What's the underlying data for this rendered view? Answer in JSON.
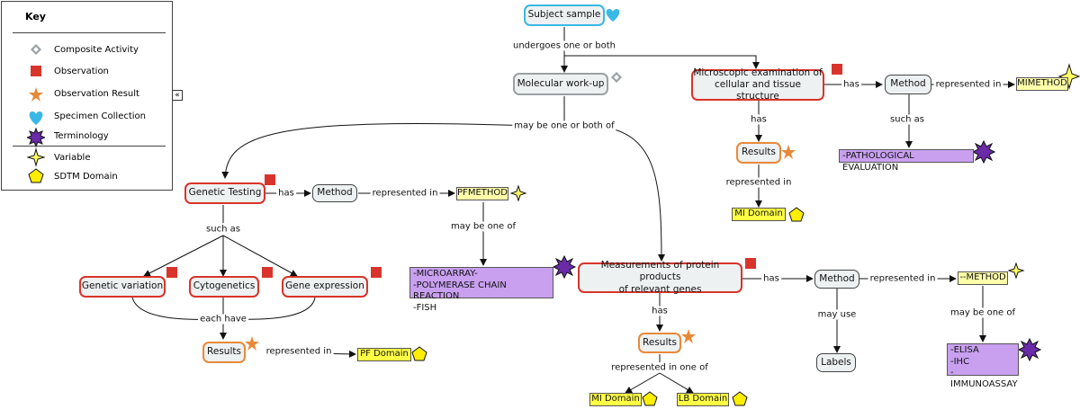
{
  "key": {
    "title": "Key",
    "items": [
      {
        "label": "Composite Activity",
        "icon": "diamond-icon"
      },
      {
        "label": "Observation",
        "icon": "red-square-icon"
      },
      {
        "label": "Observation Result",
        "icon": "orange-star-icon"
      },
      {
        "label": "Specimen Collection",
        "icon": "blue-heart-icon"
      },
      {
        "label": "Terminology",
        "icon": "purple-burst-icon"
      },
      {
        "label": "Variable",
        "icon": "yellow-sparkle-icon"
      },
      {
        "label": "SDTM Domain",
        "icon": "yellow-pentagon-icon"
      }
    ],
    "collapse_glyph": "«"
  },
  "nodes": {
    "subject_sample": "Subject sample",
    "molecular_workup": "Molecular work-up",
    "microscopic_exam": "Microscopic examination of\ncellular and tissue structure",
    "method_mi": "Method",
    "mimethod": "MIMETHOD",
    "results_mi": "Results",
    "mi_domain_top": "MI Domain",
    "pathological_eval": "-PATHOLOGICAL EVALUATION",
    "genetic_testing": "Genetic Testing",
    "method_pf": "Method",
    "pfmethod": "PFMETHOD",
    "pf_terms": "-MICROARRAY-\n-POLYMERASE CHAIN REACTION\n-FISH",
    "genetic_variation": "Genetic variation",
    "cytogenetics": "Cytogenetics",
    "gene_expression": "Gene expression",
    "results_pf": "Results",
    "pf_domain": "PF Domain",
    "protein_measurements": "Measurements of protein products\nof relevant genes",
    "method_protein": "Method",
    "method_var": "--METHOD",
    "labels": "Labels",
    "protein_terms": "-ELISA\n-IHC\n-IMMUNOASSAY",
    "results_protein": "Results",
    "mi_domain_bottom": "MI Domain",
    "lb_domain": "LB Domain"
  },
  "links": {
    "undergoes": "undergoes one or both",
    "may_be_one_or_both": "may be one or both of",
    "has_mi": "has",
    "represented_in_mi": "represented in",
    "has_results_mi": "has",
    "such_as_mi": "such as",
    "represented_in_results_mi": "represented in",
    "has_pf": "has",
    "represented_in_pf": "represented in",
    "may_be_one_of_pf": "may be one of",
    "such_as_pf": "such as",
    "each_have": "each have",
    "represented_in_pf_results": "represented in",
    "has_protein": "has",
    "represented_in_protein": "represented in",
    "may_use": "may use",
    "may_be_one_of_protein": "may be one of",
    "has_results_protein": "has",
    "represented_in_one_of": "represented in one of"
  },
  "colors": {
    "observation": "#d9342b",
    "result": "#e8893a",
    "specimen": "#39b8e5",
    "composite": "#9aa0a3",
    "sdtm": "#ffff44",
    "terminology": "#c9a0f0"
  }
}
